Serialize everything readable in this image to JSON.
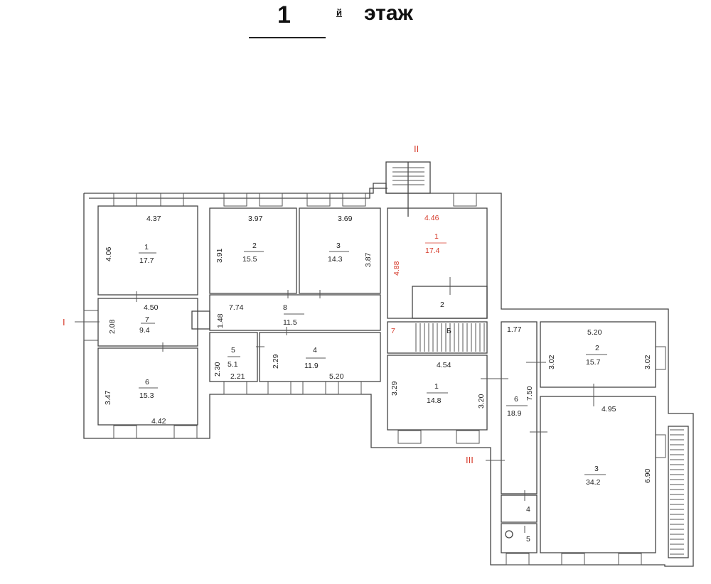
{
  "title": {
    "number": "1",
    "superscript": "й",
    "word": "этаж"
  },
  "section_marks": [
    "I",
    "II",
    "III"
  ],
  "colors": {
    "walls": "#444444",
    "highlight": "#d63a2a"
  },
  "rooms": {
    "a1": {
      "num": "1",
      "area": "17.7",
      "width": "4.37",
      "height": "4.06"
    },
    "a2": {
      "num": "2",
      "area": "15.5",
      "width": "3.97",
      "height": "3.91"
    },
    "a3": {
      "num": "3",
      "area": "14.3",
      "width": "3.69",
      "height": "3.87"
    },
    "a4": {
      "num": "4",
      "area": "11.9",
      "width": "5.20",
      "height": "2.29"
    },
    "a5": {
      "num": "5",
      "area": "5.1",
      "width": "2.21",
      "height": "2.30"
    },
    "a6": {
      "num": "6",
      "area": "15.3",
      "width": "4.42",
      "height": "3.47"
    },
    "a7": {
      "num": "7",
      "area": "9.4",
      "width": "4.50",
      "height": "2.08"
    },
    "a8": {
      "num": "8",
      "area": "11.5",
      "width": "7.74",
      "height": "1.48"
    },
    "b1": {
      "num": "1",
      "area": "17.4",
      "width": "4.46",
      "height": "4.88"
    },
    "b2": {
      "num": "2"
    },
    "b7": {
      "num": "7"
    },
    "bstair": {
      "label": "Б"
    },
    "c1": {
      "num": "1",
      "area": "14.8",
      "width": "4.54",
      "height": "3.29",
      "height2": "3.20"
    },
    "c6": {
      "num": "6",
      "area": "18.9",
      "width": "1.77",
      "height": "7.50"
    },
    "c2": {
      "num": "2",
      "area": "15.7",
      "width": "5.20",
      "height": "3.02",
      "height2": "3.02"
    },
    "c3": {
      "num": "3",
      "area": "34.2",
      "width": "4.95",
      "height": "6.90"
    },
    "c4": {
      "num": "4"
    },
    "c5": {
      "num": "5"
    }
  }
}
